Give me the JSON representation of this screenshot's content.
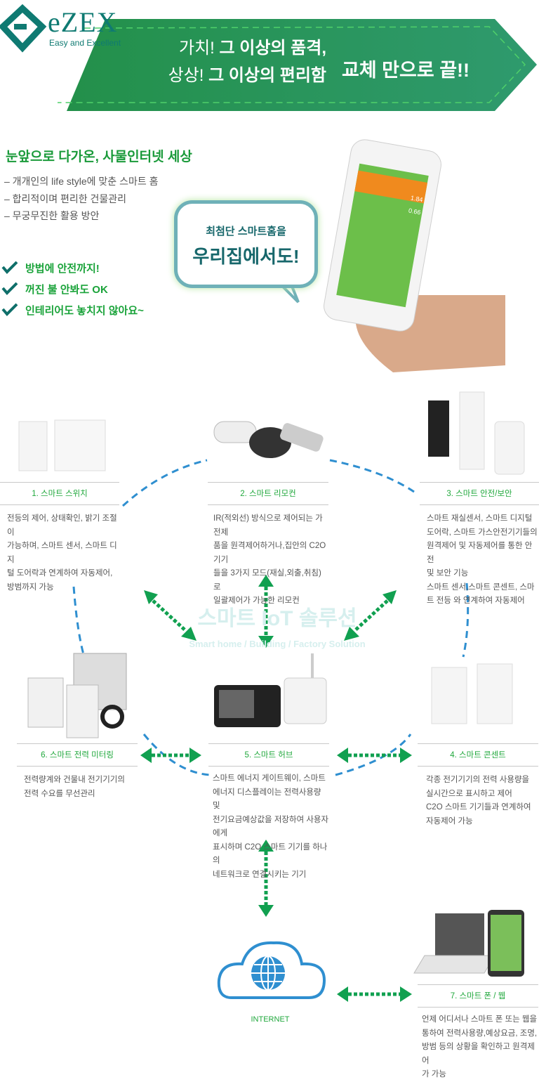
{
  "logo": {
    "word": "eZEX",
    "tagline": "Easy and Excellent"
  },
  "banner": {
    "line1_light": "가치!",
    "line1_bold": "그 이상의 품격,",
    "line2_light": "상상!",
    "line2_bold": "그 이상의 편리함",
    "right": "교체 만으로 끝!!"
  },
  "intro": {
    "title": "눈앞으로 다가온, 사물인터넷 세상",
    "bullets": [
      "– 개개인의 life style에 맞춘 스마트 홈",
      "– 합리적이며 편리한 건물관리",
      "– 무궁무진한 활용 방안"
    ],
    "checks": [
      "방법에 안전까지!",
      "꺼진 불 안봐도 OK",
      "인테리어도 놓치지 않아요~"
    ]
  },
  "bubble": {
    "small": "최첨단 스마트홈을",
    "big": "우리집에서도!"
  },
  "watermark": {
    "title": "스마트 IoT 솔루션",
    "subtitle": "Smart home / Building / Factory Solution"
  },
  "products": [
    {
      "label": "1. 스마트 스위치",
      "desc": [
        "전등의 제어, 상태확인, 밝기 조절이",
        "가능하며, 스마트 센서, 스마트 디지",
        "털 도어락과 연계하여 자동제어,",
        "방범까지 가능"
      ]
    },
    {
      "label": "2. 스마트 리모컨",
      "desc": [
        "IR(적외선) 방식으로 제어되는 가전제",
        "품을 원격제어하거나,집안의 C2O기기",
        "들을 3가지 모드(재실,외출,취침)로",
        "일괄제어가 가능한 리모컨"
      ]
    },
    {
      "label": "3. 스마트 안전/보안",
      "desc": [
        "스마트 재실센서, 스마트 디지털",
        "도어락, 스마트 가스안전기기들의",
        "원격제어 및 자동제어를 통한 안전",
        "및 보안 기능",
        "스마트 센서,스마트 콘센트, 스마",
        "트 전등 와 연계하여 자동제어"
      ]
    },
    {
      "label": "4. 스마트 콘센트",
      "desc": [
        "각종 전기기기의 전력 사용량을",
        "실시간으로 표시하고 제어",
        "C2O 스마트 기기들과 연계하여",
        "자동제어 가능"
      ]
    },
    {
      "label": "5. 스마트 허브",
      "desc": [
        "스마트 에너지 게이트웨이, 스마트",
        "에너지 디스플레이는 전력사용량 및",
        "전기요금예상값을 저장하여 사용자에게",
        "표시하며 C2O 스마트 기기를 하나의",
        "네트워크로 연결시키는 기기"
      ]
    },
    {
      "label": "6. 스마트 전력 미터링",
      "desc": [
        "전력량계와 건물내 전기기기의",
        "전력 수요를 무선관리"
      ]
    },
    {
      "label": "7. 스마트 폰 / 웹",
      "desc": [
        "언제 어디서나 스마트 폰 또는 웹을",
        "통하여 전력사용량,예상요금, 조명,",
        "방범 등의 상황을 확인하고 원격제어",
        "가 가능"
      ]
    }
  ],
  "internet": {
    "label": "INTERNET"
  },
  "phone": {
    "value1": "1.84",
    "value2": "0.66"
  },
  "colors": {
    "green": "#1a9a3a",
    "teal": "#0f7a72",
    "blue": "#2f8fd0",
    "arrow": "#11a050"
  }
}
